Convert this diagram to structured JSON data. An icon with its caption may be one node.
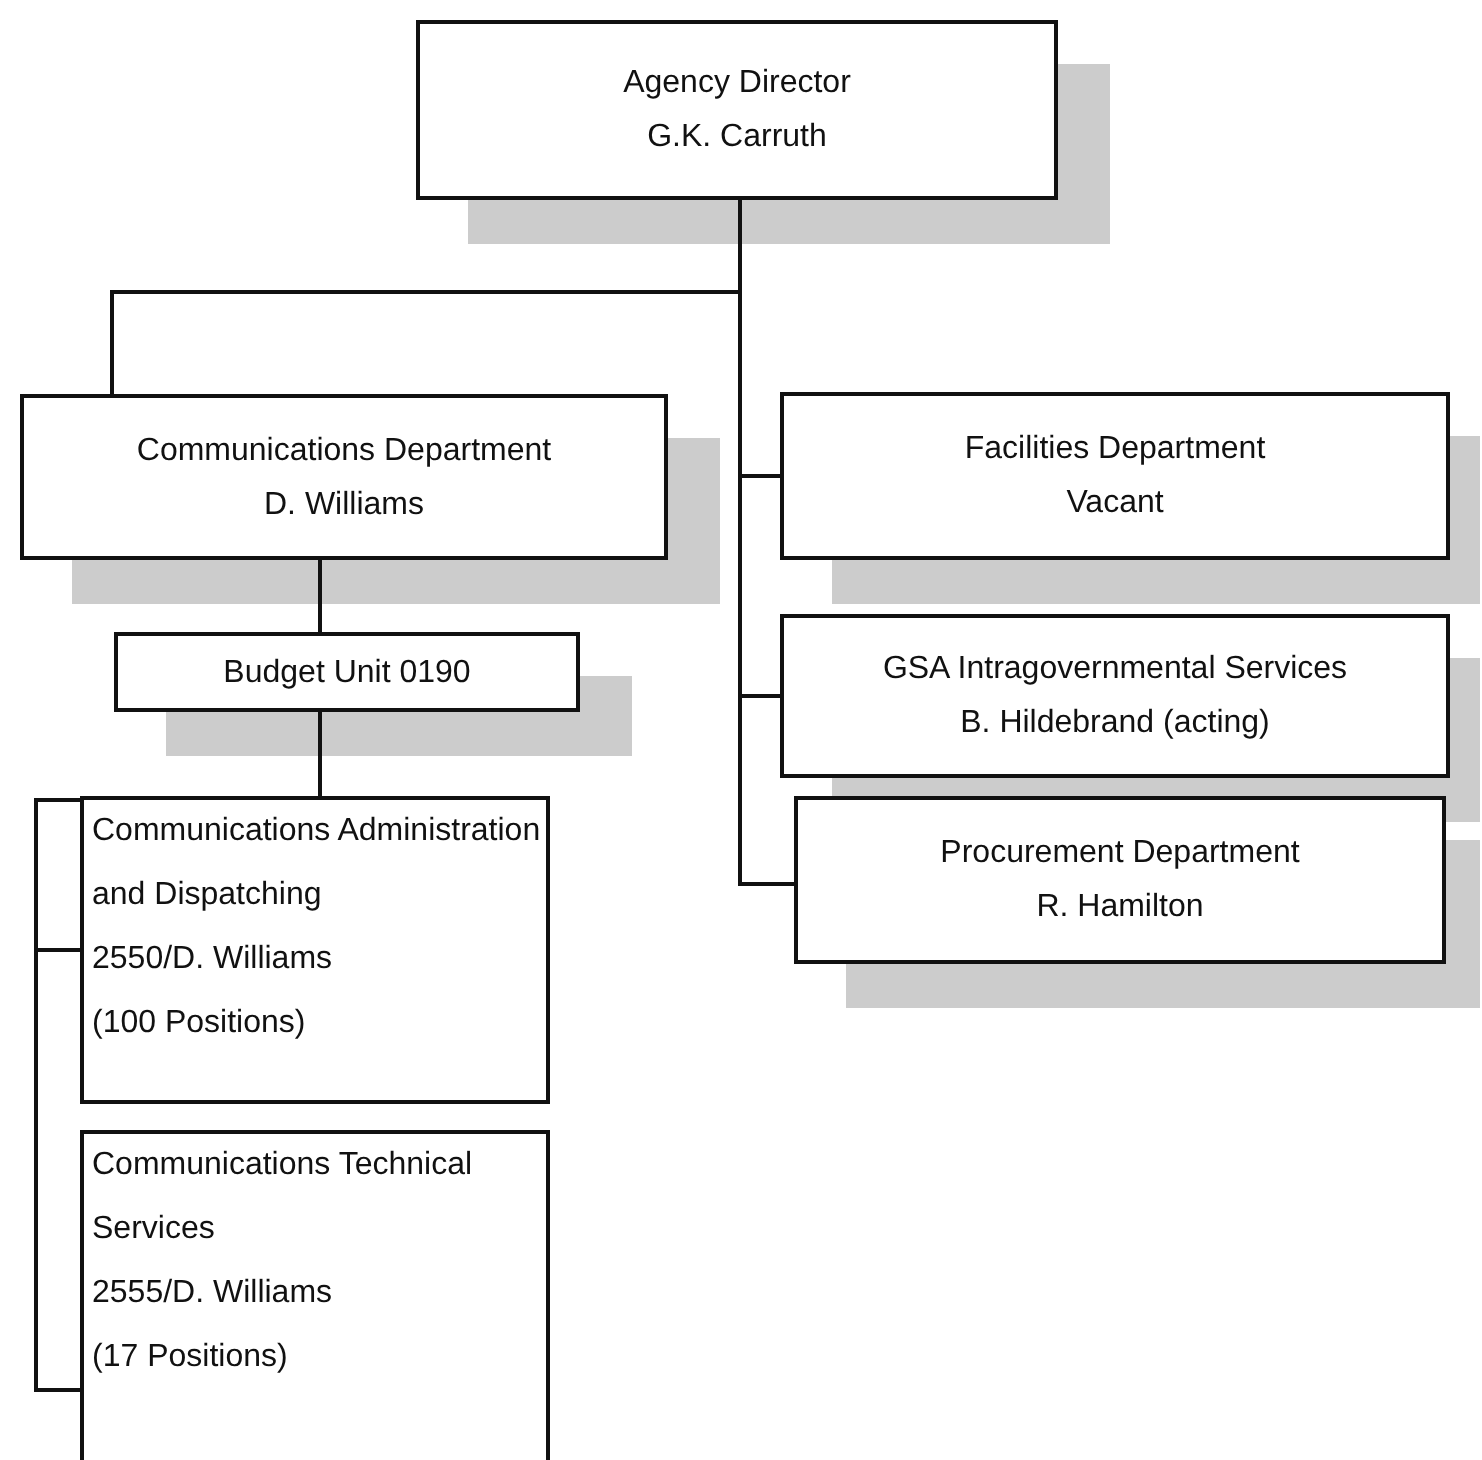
{
  "diagram": {
    "nodes": [
      {
        "text": [
          "Agency Director",
          "G.K. Carruth"
        ]
      },
      {
        "text": [
          "Communications Department",
          "D. Williams"
        ]
      },
      {
        "text": [
          "Facilities Department",
          "Vacant"
        ]
      },
      {
        "text": [
          "Budget Unit 0190"
        ]
      },
      {
        "text": [
          "Communications Administration and Dispatching",
          "2550/D. Williams",
          "(100 Positions)"
        ]
      },
      {
        "text": [
          "Communications Technical Services",
          "2555/D. Williams",
          "(17 Positions)"
        ]
      },
      {
        "text": [
          "GSA Intragovernmental Services",
          "B. Hildebrand (acting)"
        ]
      },
      {
        "text": [
          "Procurement Department",
          "R. Hamilton"
        ]
      }
    ],
    "edges": [
      {
        "from": 0,
        "to": 1,
        "arrow": "none"
      },
      {
        "from": 0,
        "to": 2,
        "arrow": "none"
      },
      {
        "from": 0,
        "to": 6,
        "arrow": "none"
      },
      {
        "from": 0,
        "to": 7,
        "arrow": "none"
      },
      {
        "from": 1,
        "to": 3,
        "arrow": "none"
      },
      {
        "from": 3,
        "to": 4,
        "arrow": "none"
      },
      {
        "from": 3,
        "to": 5,
        "arrow": "none"
      }
    ]
  }
}
